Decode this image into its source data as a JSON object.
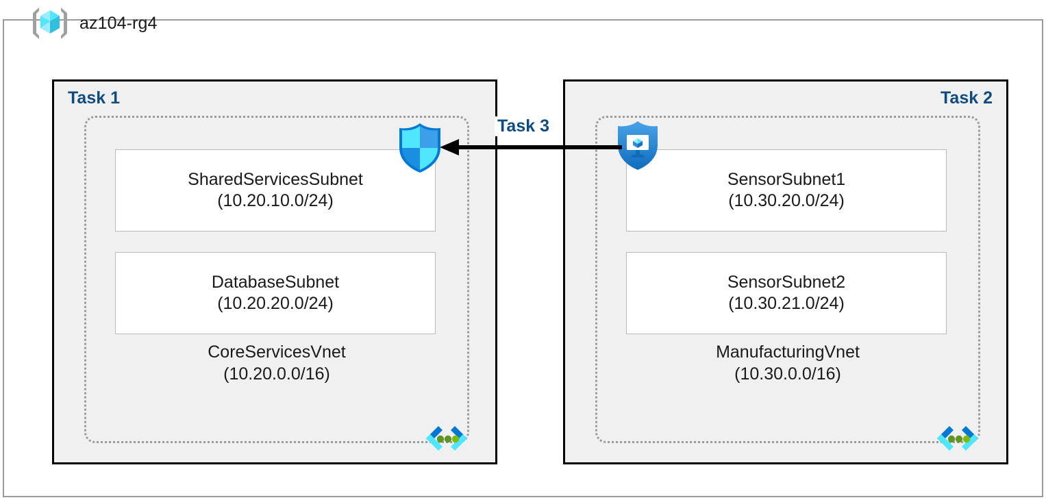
{
  "resource_group": {
    "name": "az104-rg4",
    "icon": "resource-group-cube-icon"
  },
  "tasks": {
    "task1_label": "Task 1",
    "task2_label": "Task 2",
    "task3_label": "Task 3"
  },
  "colors": {
    "task_label": "#0f4b7d",
    "panel_fill": "#f0f0f0",
    "panel_border": "#000000",
    "vnet_dashed_border": "#9a9a9a",
    "subnet_border": "#b9b9b9",
    "frame_border": "#9a9a9a",
    "arrow": "#000000",
    "azure_blue": "#0078d4",
    "cyan": "#50e6ff",
    "green_dot": "#5e9624"
  },
  "task1": {
    "label": "Task 1",
    "vnet": {
      "name": "CoreServicesVnet",
      "cidr": "(10.20.0.0/16)",
      "icon": "vnet-icon"
    },
    "subnets": [
      {
        "name": "SharedServicesSubnet",
        "cidr": "(10.20.10.0/24)"
      },
      {
        "name": "DatabaseSubnet",
        "cidr": "(10.20.20.0/24)"
      }
    ]
  },
  "task2": {
    "label": "Task 2",
    "vnet": {
      "name": "ManufacturingVnet",
      "cidr": "(10.30.0.0/16)",
      "icon": "vnet-icon"
    },
    "subnets": [
      {
        "name": "SensorSubnet1",
        "cidr": "(10.30.20.0/24)"
      },
      {
        "name": "SensorSubnet2",
        "cidr": "(10.30.21.0/24)"
      }
    ]
  },
  "icons": {
    "nsg_shield": "network-security-group-shield-icon",
    "defender_shield": "defender-shield-monitor-icon",
    "arrow": "left-arrow-connector"
  }
}
